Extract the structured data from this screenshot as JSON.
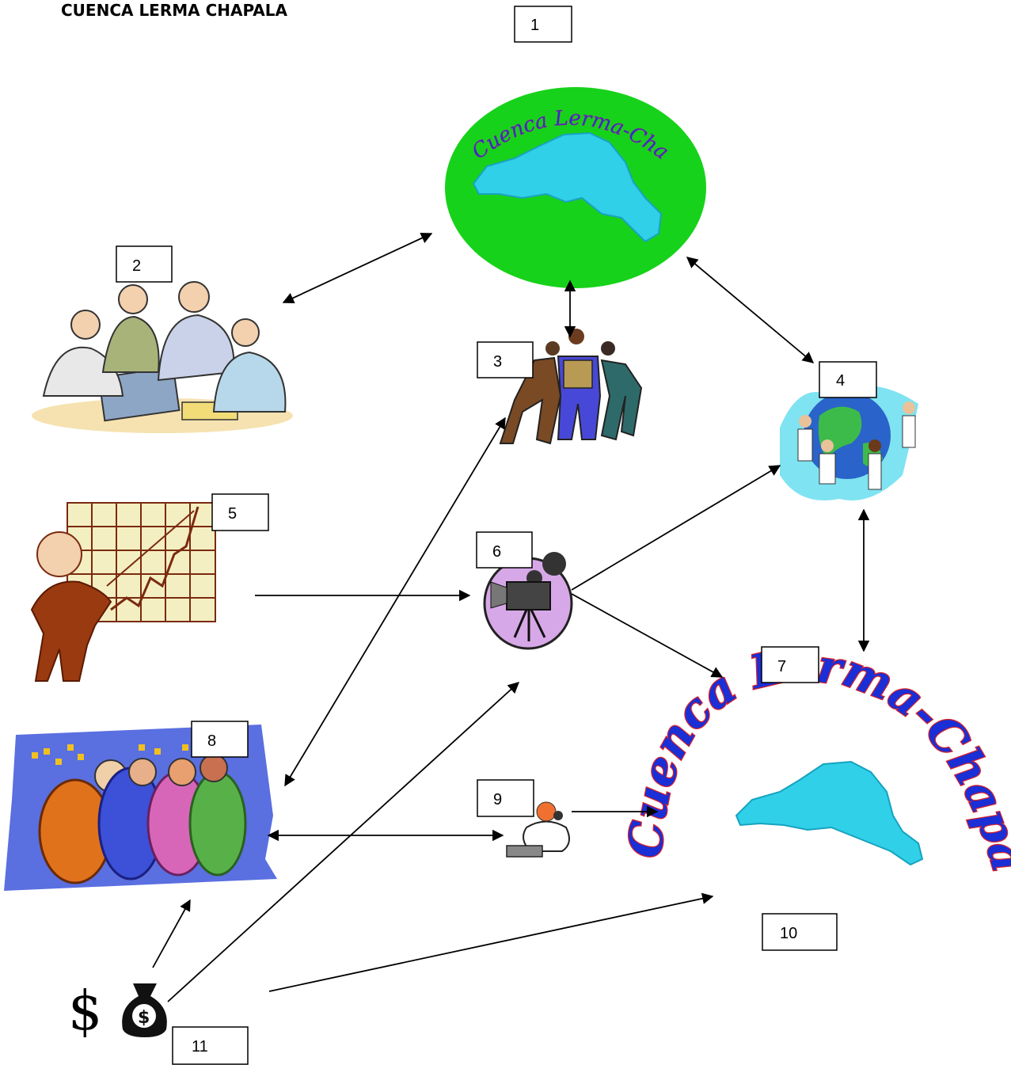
{
  "title": "CUENCA LERMA CHAPALA",
  "basin_label": "Cuenca Lerma-Chapala",
  "boxes": {
    "b1": "1",
    "b2": "2",
    "b3": "3",
    "b4": "4",
    "b5": "5",
    "b6": "6",
    "b7": "7",
    "b8": "8",
    "b9": "9",
    "b10": "10",
    "b11": "11"
  },
  "dollar_sign": "$",
  "bag_symbol": "$",
  "colors": {
    "ellipse_green": "#17d21a",
    "lake_blue": "#2fd0e8",
    "lettering_blue": "#1a2fd6",
    "lettering_red": "#d8202a"
  },
  "icons": [
    "basin-map-icon",
    "meeting-people-icon",
    "struggle-people-icon",
    "people-around-globe-icon",
    "presenter-chart-icon",
    "film-camera-icon",
    "team-group-icon",
    "telephone-person-icon",
    "money-bag-icon"
  ]
}
